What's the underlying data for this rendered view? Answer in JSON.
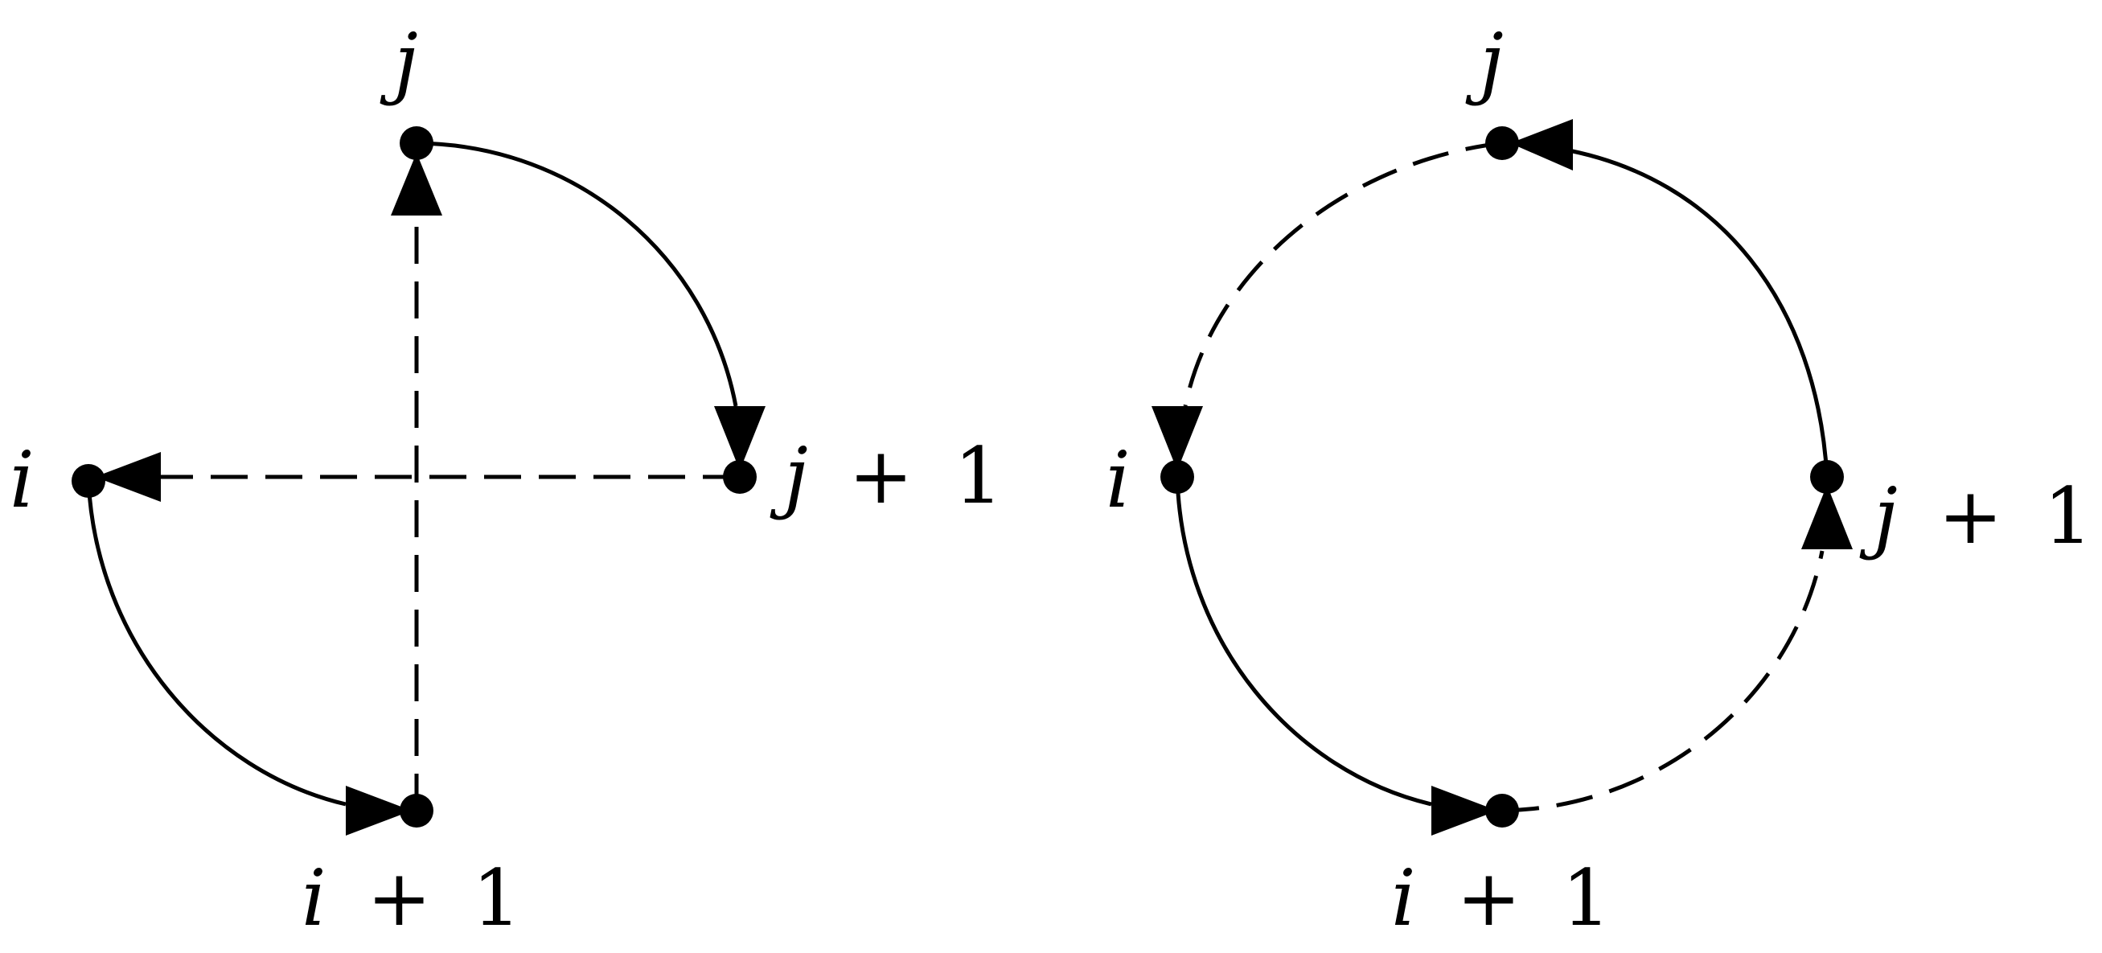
{
  "colors": {
    "ink": "#000000",
    "background": "#ffffff"
  },
  "left_diagram": {
    "labels": {
      "i": "i",
      "i_plus_1": {
        "var": "i",
        "op": "+",
        "num": "1"
      },
      "j": "j",
      "j_plus_1": {
        "var": "j",
        "op": "+",
        "num": "1"
      }
    }
  },
  "right_diagram": {
    "labels": {
      "i": "i",
      "i_plus_1": {
        "var": "i",
        "op": "+",
        "num": "1"
      },
      "j": "j",
      "j_plus_1": {
        "var": "j",
        "op": "+",
        "num": "1"
      }
    }
  }
}
